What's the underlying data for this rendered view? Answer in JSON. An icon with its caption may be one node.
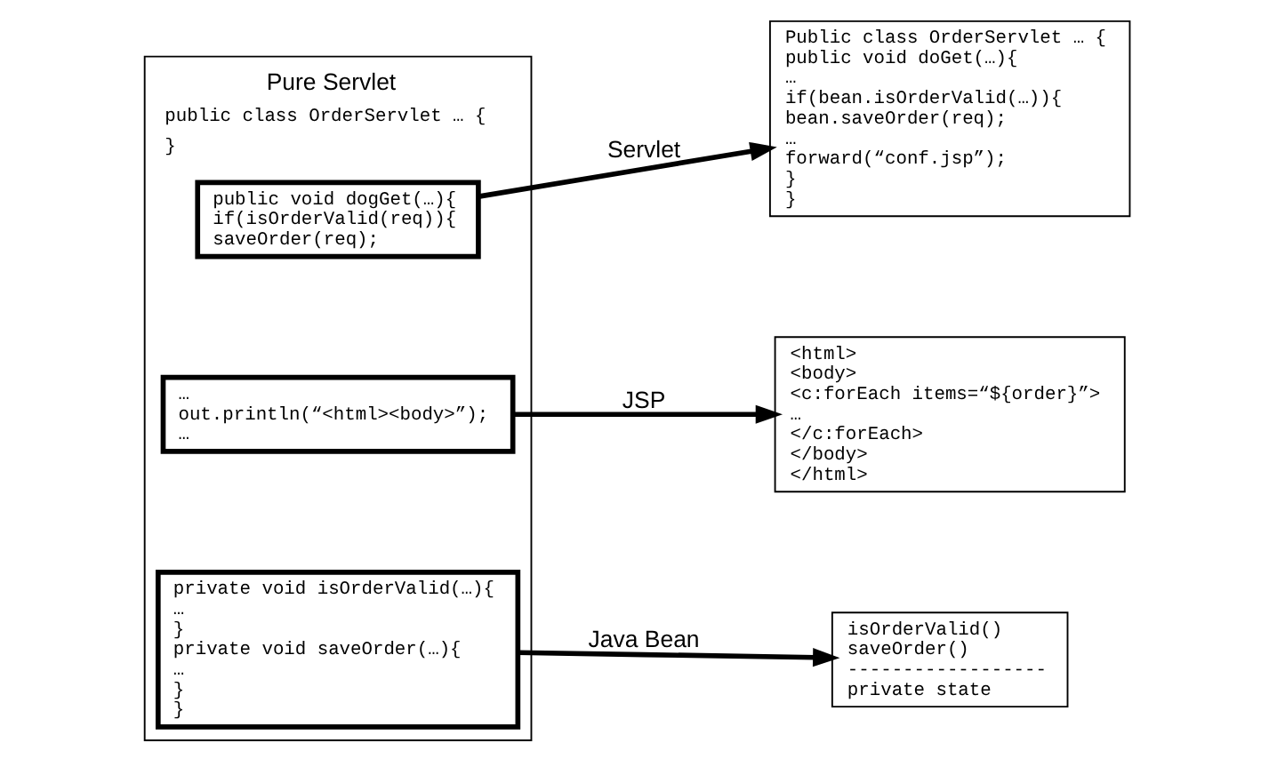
{
  "diagram": {
    "nodes": [
      {
        "text": [
          "Pure Servlet",
          "public class OrderServlet … {",
          "}"
        ]
      },
      {
        "text": [
          "public void dogGet(…){",
          "if(isOrderValid(req)){",
          "saveOrder(req);"
        ],
        "in": 0
      },
      {
        "text": [
          "…",
          "out.println(“<html><body>”);",
          "…"
        ],
        "in": 0
      },
      {
        "text": [
          "private void isOrderValid(…){",
          "…",
          "}",
          "private void saveOrder(…){",
          "…",
          "}",
          "}"
        ],
        "in": 0
      },
      {
        "text": [
          "Public class OrderServlet … {",
          "public void doGet(…){",
          "…",
          "if(bean.isOrderValid(…)){",
          "bean.saveOrder(req);",
          "…",
          "forward(“conf.jsp”);",
          "}",
          "}"
        ]
      },
      {
        "text": [
          "<html>",
          "<body>",
          "<c:forEach items=“${order}”>",
          "…",
          "</c:forEach>",
          "</body>",
          "</html>"
        ]
      },
      {
        "text": [
          "isOrderValid()",
          "saveOrder()",
          "------------------",
          "private state"
        ]
      }
    ],
    "edges": [
      {
        "from": 1,
        "to": 4,
        "arrow": "to",
        "label": "Servlet"
      },
      {
        "from": 2,
        "to": 5,
        "arrow": "to",
        "label": "JSP"
      },
      {
        "from": 3,
        "to": 6,
        "arrow": "to",
        "label": "Java Bean"
      }
    ]
  }
}
